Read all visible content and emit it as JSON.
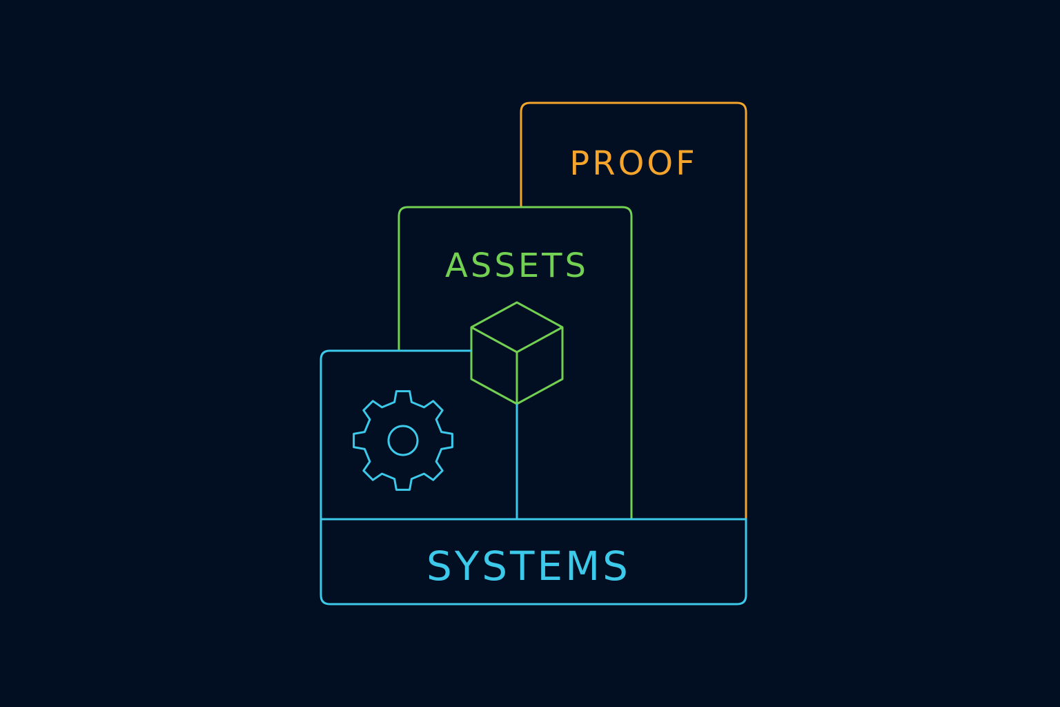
{
  "labels": {
    "proof": "PROOF",
    "assets": "ASSETS",
    "systems": "SYSTEMS"
  },
  "icons": {
    "assets": "cube-icon",
    "systems": "gear-icon"
  },
  "colors": {
    "background": "#020e22",
    "proof": "#f5a52c",
    "assets": "#72d052",
    "systems": "#3cc9ea"
  }
}
